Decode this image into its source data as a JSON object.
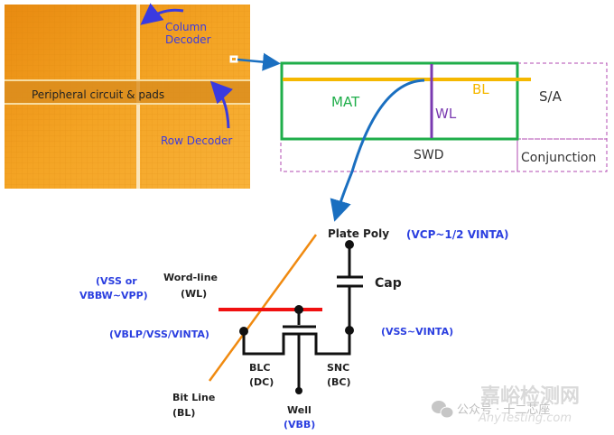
{
  "die_photo": {
    "labels": {
      "column_decoder_line1": "Column",
      "column_decoder_line2": "Decoder",
      "peripheral": "Peripheral circuit  & pads",
      "row_decoder": "Row Decoder"
    },
    "colors": {
      "die": "#f0a020",
      "label": "#3a3ae0"
    }
  },
  "block_diagram": {
    "mat": "MAT",
    "bl": "BL",
    "wl": "WL",
    "sa": "S/A",
    "swd": "SWD",
    "conjunction": "Conjunction",
    "colors": {
      "mat": "#1fae4a",
      "bl": "#f5b800",
      "wl": "#7a3ab0",
      "dashed": "#b04ab0",
      "pointer": "#1a6fc0"
    }
  },
  "cell_schematic": {
    "plate_poly": "Plate Poly",
    "plate_voltage": "(VCP~1/2 VINTA)",
    "cap": "Cap",
    "wordline_voltage_line1": "(VSS or",
    "wordline_voltage_line2": "VBBW~VPP)",
    "wordline_line1": "Word-line",
    "wordline_line2": "(WL)",
    "bitline_voltage": "(VBLP/VSS/VINTA)",
    "sn_voltage": "(VSS~VINTA)",
    "blc_line1": "BLC",
    "blc_line2": "(DC)",
    "snc_line1": "SNC",
    "snc_line2": "(BC)",
    "bitline_line1": "Bit Line",
    "bitline_line2": "(BL)",
    "well_line1": "Well",
    "well_line2": "(VBB)",
    "colors": {
      "bitline": "#f08a10",
      "wordline": "#f01010",
      "voltage": "#2b3fe0"
    }
  },
  "watermark": {
    "source": "公众号 · 十二芯座",
    "brand_cn": "嘉峪检测网",
    "brand_en": "AnyTesting.com"
  }
}
